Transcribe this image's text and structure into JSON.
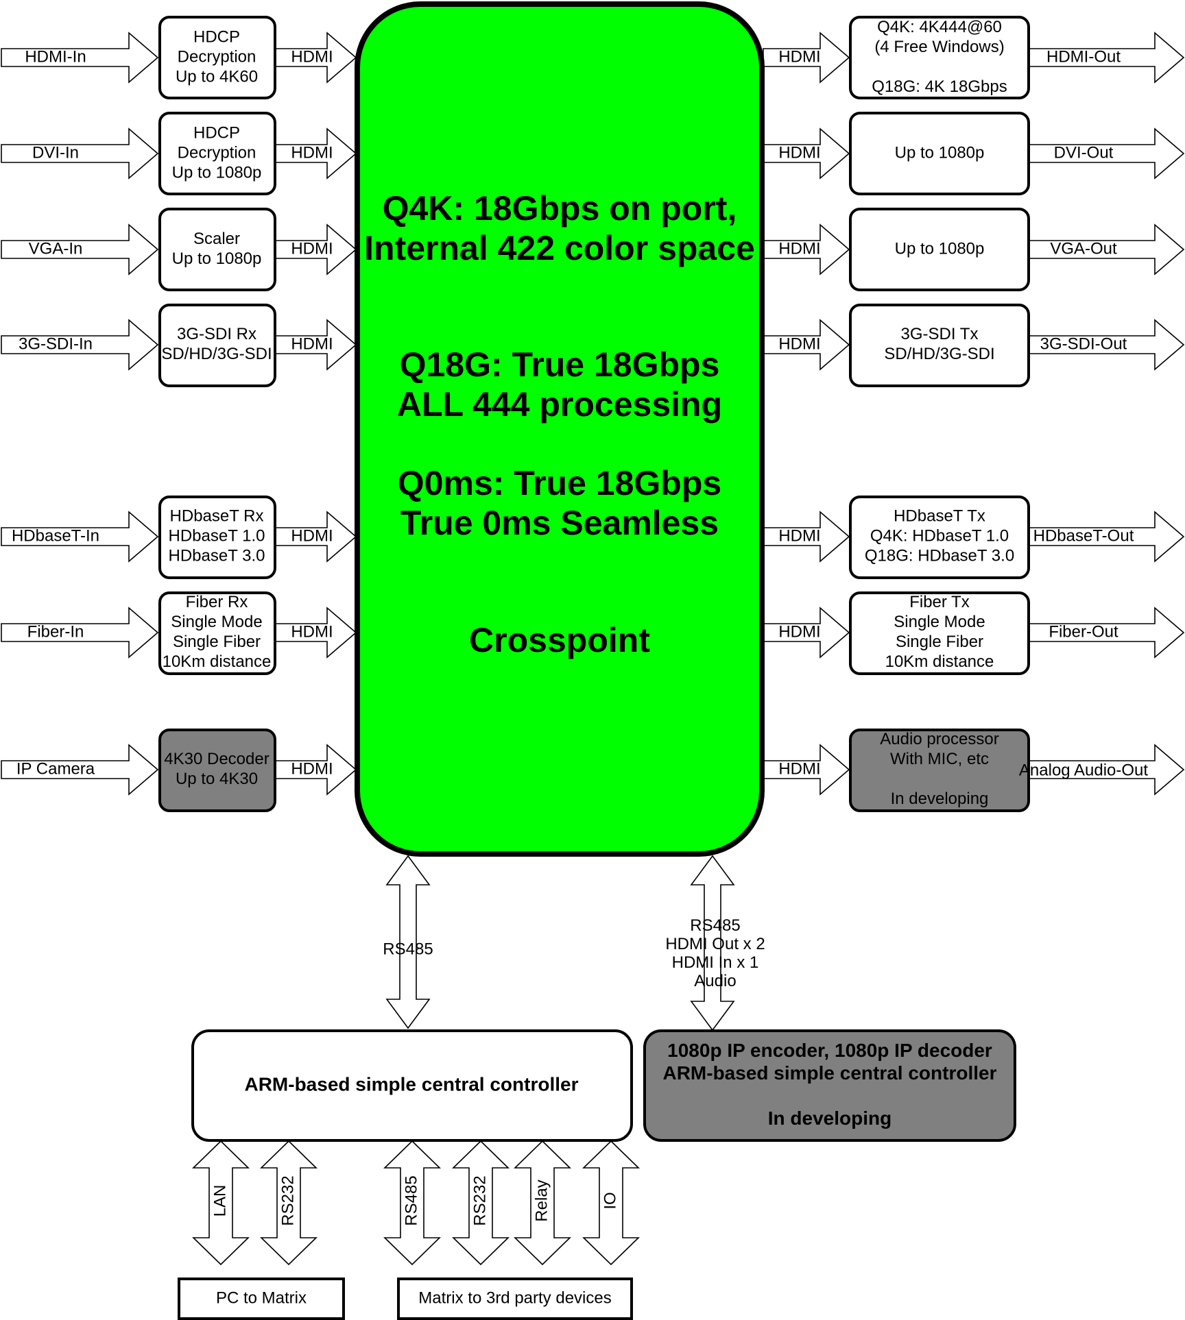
{
  "colors": {
    "crosspoint_fill": "#00FF00",
    "white_box_fill": "#FFFFFF",
    "gray_box_fill": "#808080",
    "line": "#000000"
  },
  "crosspoint": {
    "lines": [
      "Q4K: 18Gbps on port,",
      "Internal 422 color space",
      "Q18G: True 18Gbps",
      "ALL 444 processing",
      "Q0ms: True 18Gbps",
      "True 0ms Seamless",
      "Crosspoint"
    ]
  },
  "inputs": [
    {
      "source": "HDMI-In",
      "box": [
        "HDCP",
        "Decryption",
        "Up to 4K60"
      ],
      "link": "HDMI",
      "shade": "white"
    },
    {
      "source": "DVI-In",
      "box": [
        "HDCP",
        "Decryption",
        "Up to 1080p"
      ],
      "link": "HDMI",
      "shade": "white"
    },
    {
      "source": "VGA-In",
      "box": [
        "Scaler",
        "Up to 1080p"
      ],
      "link": "HDMI",
      "shade": "white"
    },
    {
      "source": "3G-SDI-In",
      "box": [
        "3G-SDI Rx",
        "SD/HD/3G-SDI"
      ],
      "link": "HDMI",
      "shade": "white"
    },
    {
      "source": "HDbaseT-In",
      "box": [
        "HDbaseT Rx",
        "HDbaseT 1.0",
        "HDbaseT 3.0"
      ],
      "link": "HDMI",
      "shade": "white"
    },
    {
      "source": "Fiber-In",
      "box": [
        "Fiber Rx",
        "Single Mode",
        "Single Fiber",
        "10Km distance"
      ],
      "link": "HDMI",
      "shade": "white"
    },
    {
      "source": "IP Camera",
      "box": [
        "4K30 Decoder",
        "Up to 4K30"
      ],
      "link": "HDMI",
      "shade": "gray"
    }
  ],
  "outputs": [
    {
      "link": "HDMI",
      "box": [
        "Q4K: 4K444@60",
        "(4 Free Windows)",
        "",
        "Q18G: 4K 18Gbps"
      ],
      "dest": "HDMI-Out",
      "shade": "white"
    },
    {
      "link": "HDMI",
      "box": [
        "Up to 1080p"
      ],
      "dest": "DVI-Out",
      "shade": "white"
    },
    {
      "link": "HDMI",
      "box": [
        "Up to 1080p"
      ],
      "dest": "VGA-Out",
      "shade": "white"
    },
    {
      "link": "HDMI",
      "box": [
        "3G-SDI Tx",
        "SD/HD/3G-SDI"
      ],
      "dest": "3G-SDI-Out",
      "shade": "white"
    },
    {
      "link": "HDMI",
      "box": [
        "HDbaseT Tx",
        "Q4K: HDbaseT 1.0",
        "Q18G: HDbaseT 3.0"
      ],
      "dest": "HDbaseT-Out",
      "shade": "white"
    },
    {
      "link": "HDMI",
      "box": [
        "Fiber Tx",
        "Single Mode",
        "Single Fiber",
        "10Km distance"
      ],
      "dest": "Fiber-Out",
      "shade": "white"
    },
    {
      "link": "HDMI",
      "box": [
        "Audio processor",
        "With MIC, etc",
        "",
        "In developing"
      ],
      "dest": "Analog Audio-Out",
      "shade": "gray"
    }
  ],
  "controller_link": {
    "label": "RS485"
  },
  "encoder_link": {
    "lines": [
      "RS485",
      "HDMI Out x 2",
      "HDMI In x 1",
      "Audio"
    ]
  },
  "controller": {
    "label": "ARM-based simple central controller"
  },
  "encoder": {
    "lines": [
      "1080p IP encoder, 1080p IP decoder",
      "ARM-based simple central controller",
      "",
      "In developing"
    ]
  },
  "bottom_ports": [
    "LAN",
    "RS232",
    "RS485",
    "RS232",
    "Relay",
    "IO"
  ],
  "bottom_boxes": [
    "PC to Matrix",
    "Matrix to 3rd party devices"
  ]
}
